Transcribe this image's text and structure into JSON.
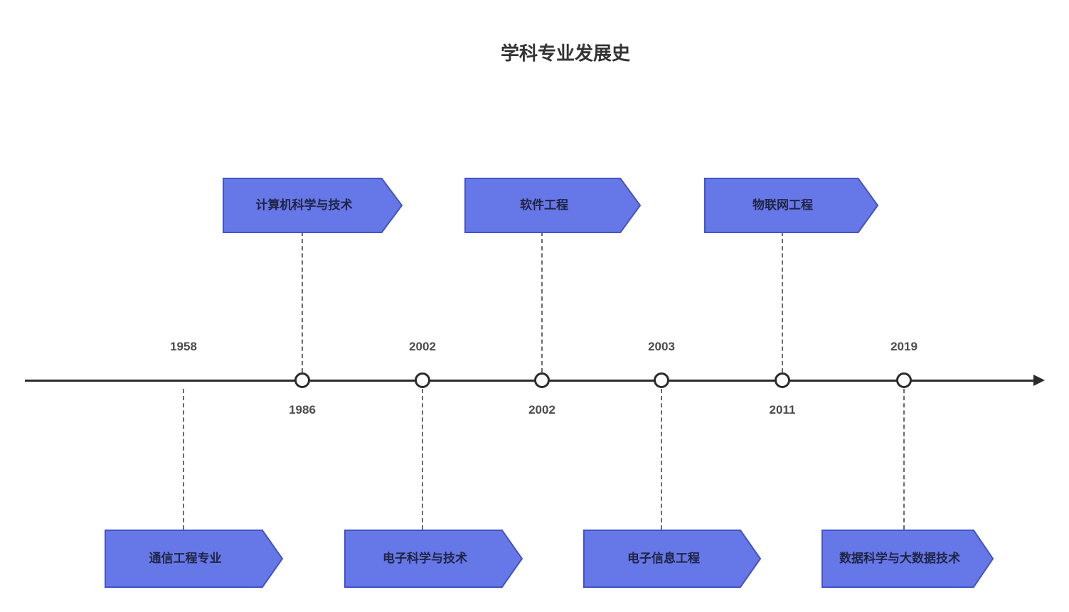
{
  "title": "学科专业发展史",
  "timeline": {
    "events": [
      {
        "year": "1958",
        "label": "通信工程专业",
        "box_position": "below",
        "year_position": "above",
        "has_dot": false
      },
      {
        "year": "1986",
        "label": "计算机科学与技术",
        "box_position": "above",
        "year_position": "below",
        "has_dot": true
      },
      {
        "year": "2002",
        "label": "电子科学与技术",
        "box_position": "below",
        "year_position": "above",
        "has_dot": true
      },
      {
        "year": "2002",
        "label": "软件工程",
        "box_position": "above",
        "year_position": "below",
        "has_dot": true
      },
      {
        "year": "2003",
        "label": "电子信息工程",
        "box_position": "below",
        "year_position": "above",
        "has_dot": true
      },
      {
        "year": "2011",
        "label": "物联网工程",
        "box_position": "above",
        "year_position": "below",
        "has_dot": true
      },
      {
        "year": "2019",
        "label": "数据科学与大数据技术",
        "box_position": "below",
        "year_position": "above",
        "has_dot": true
      }
    ]
  },
  "colors": {
    "box_fill": "#6677e7",
    "box_border": "#4153c6",
    "box_text": "#1f2544",
    "axis": "#2b2b2b",
    "year_text": "#4c4c4c",
    "connector": "#6b6b6b",
    "background": "#ffffff"
  }
}
